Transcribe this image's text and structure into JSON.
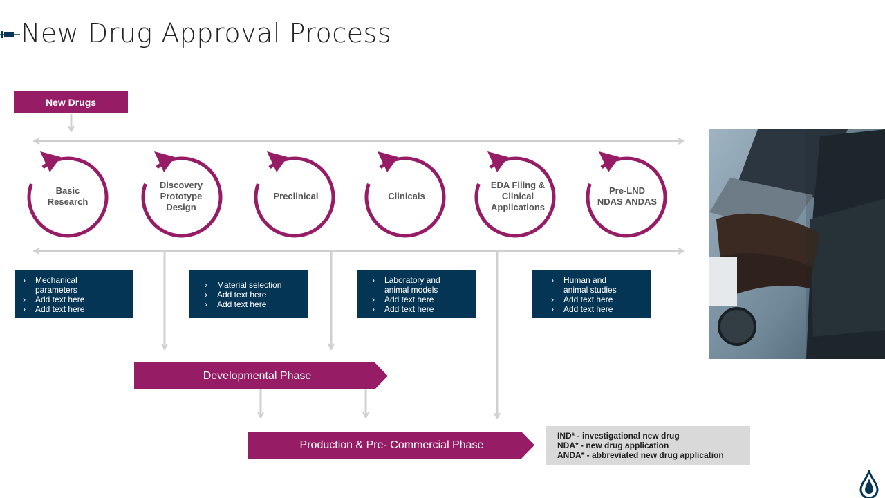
{
  "title": "New Drug Approval Process",
  "colors": {
    "accent": "#971c66",
    "navy": "#053554",
    "line": "#d0d0d0",
    "legend_bg": "#d9d9d9"
  },
  "start_label": "New Drugs",
  "stages": [
    {
      "label": "Basic\nResearch"
    },
    {
      "label": "Discovery\nPrototype\nDesign"
    },
    {
      "label": "Preclinical"
    },
    {
      "label": "Clinicals"
    },
    {
      "label": "EDA  Filing &\nClinical\nApplications"
    },
    {
      "label": "Pre-LND\nNDAS   ANDAS"
    }
  ],
  "boxes": [
    {
      "items": [
        "Mechanical\nparameters",
        "Add text here",
        "Add text here"
      ]
    },
    {
      "items": [
        "Material selection",
        "Add text here",
        "Add text here"
      ]
    },
    {
      "items": [
        "Laboratory and\nanimal models",
        "Add text here",
        "Add text here"
      ]
    },
    {
      "items": [
        "Human and\nanimal studies",
        "Add text here",
        "Add text here"
      ]
    }
  ],
  "phases": {
    "developmental": "Developmental Phase",
    "production": "Production & Pre- Commercial Phase"
  },
  "legend": [
    "IND*  - investigational  new drug",
    "NDA*  - new drug application",
    "ANDA*  - abbreviated new drug application"
  ],
  "icons": {
    "syringe": "syringe-icon",
    "drop": "drop-logo-icon",
    "photo": "laptop-photo"
  }
}
